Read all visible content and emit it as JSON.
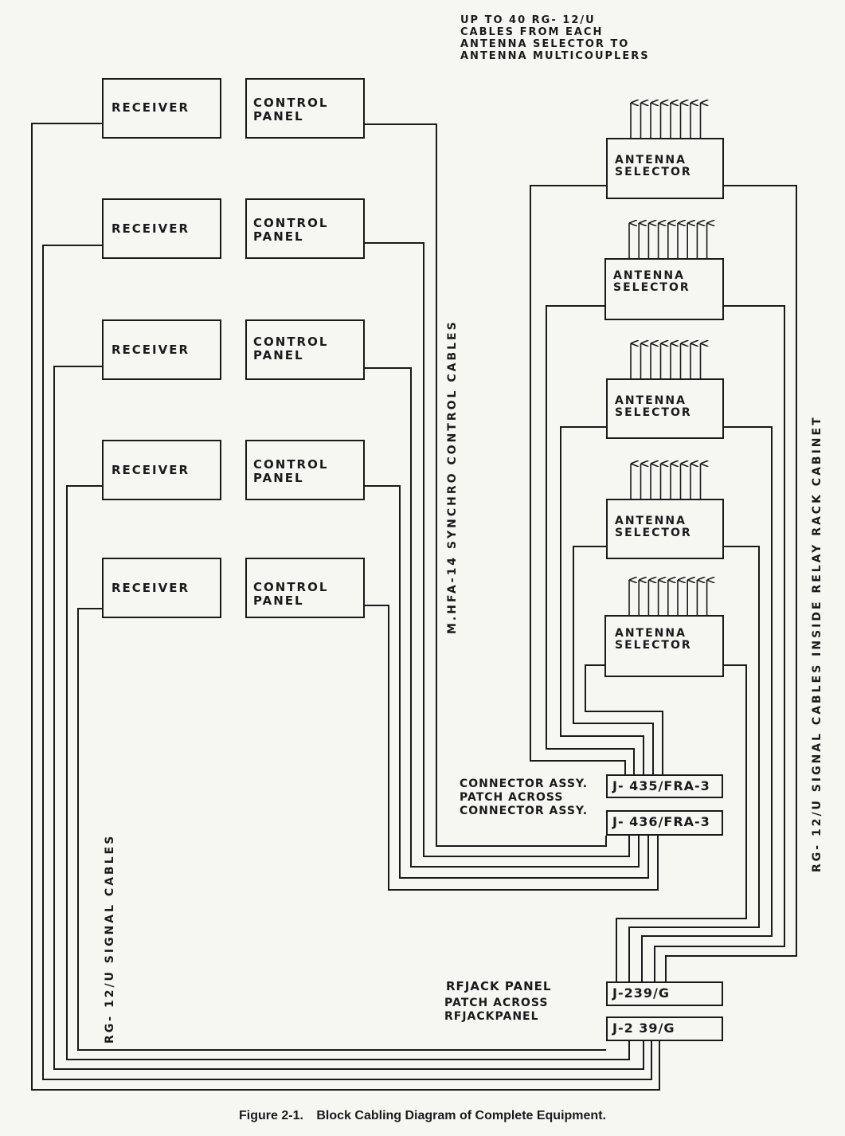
{
  "header_note": "UP TO 40 RG- 12/U\nCABLES FROM EACH\nANTENNA SELECTOR TO\nANTENNA MULTICOUPLERS",
  "receivers": [
    {
      "receiver": "RECEIVER",
      "control": "CONTROL\nPANEL"
    },
    {
      "receiver": "RECEIVER",
      "control": "CONTROL\nPANEL"
    },
    {
      "receiver": "RECEIVER",
      "control": "CONTROL\nPANEL"
    },
    {
      "receiver": "RECEIVER",
      "control": "CONTROL\nPANEL"
    },
    {
      "receiver": "RECEIVER",
      "control": "CONTROL\nPANEL"
    }
  ],
  "antenna_selectors": [
    "ANTENNA\nSELECTOR",
    "ANTENNA\nSELECTOR",
    "ANTENNA\nSELECTOR",
    "ANTENNA\nSELECTOR",
    "ANTENNA\nSELECTOR"
  ],
  "cable_labels": {
    "synchro": "M.HFA-14 SYNCHRO CONTROL CABLES",
    "relay": "RG- 12/U SIGNAL CABLES INSIDE RELAY RACK CABINET",
    "signal": "RG- 12/U SIGNAL CABLES"
  },
  "connector_assy": {
    "label": "CONNECTOR ASSY.\nPATCH ACROSS\nCONNECTOR ASSY.",
    "top": "J- 435/FRA-3",
    "bottom": "J- 436/FRA-3"
  },
  "rf_jack": {
    "label_title": "RFJACK PANEL",
    "label_sub": "PATCH ACROSS\nRFJACKPANEL",
    "top": "J-239/G",
    "bottom": "J-2 39/G"
  },
  "caption": {
    "figure": "Figure 2-1.",
    "title": "Block Cabling Diagram of Complete Equipment."
  }
}
